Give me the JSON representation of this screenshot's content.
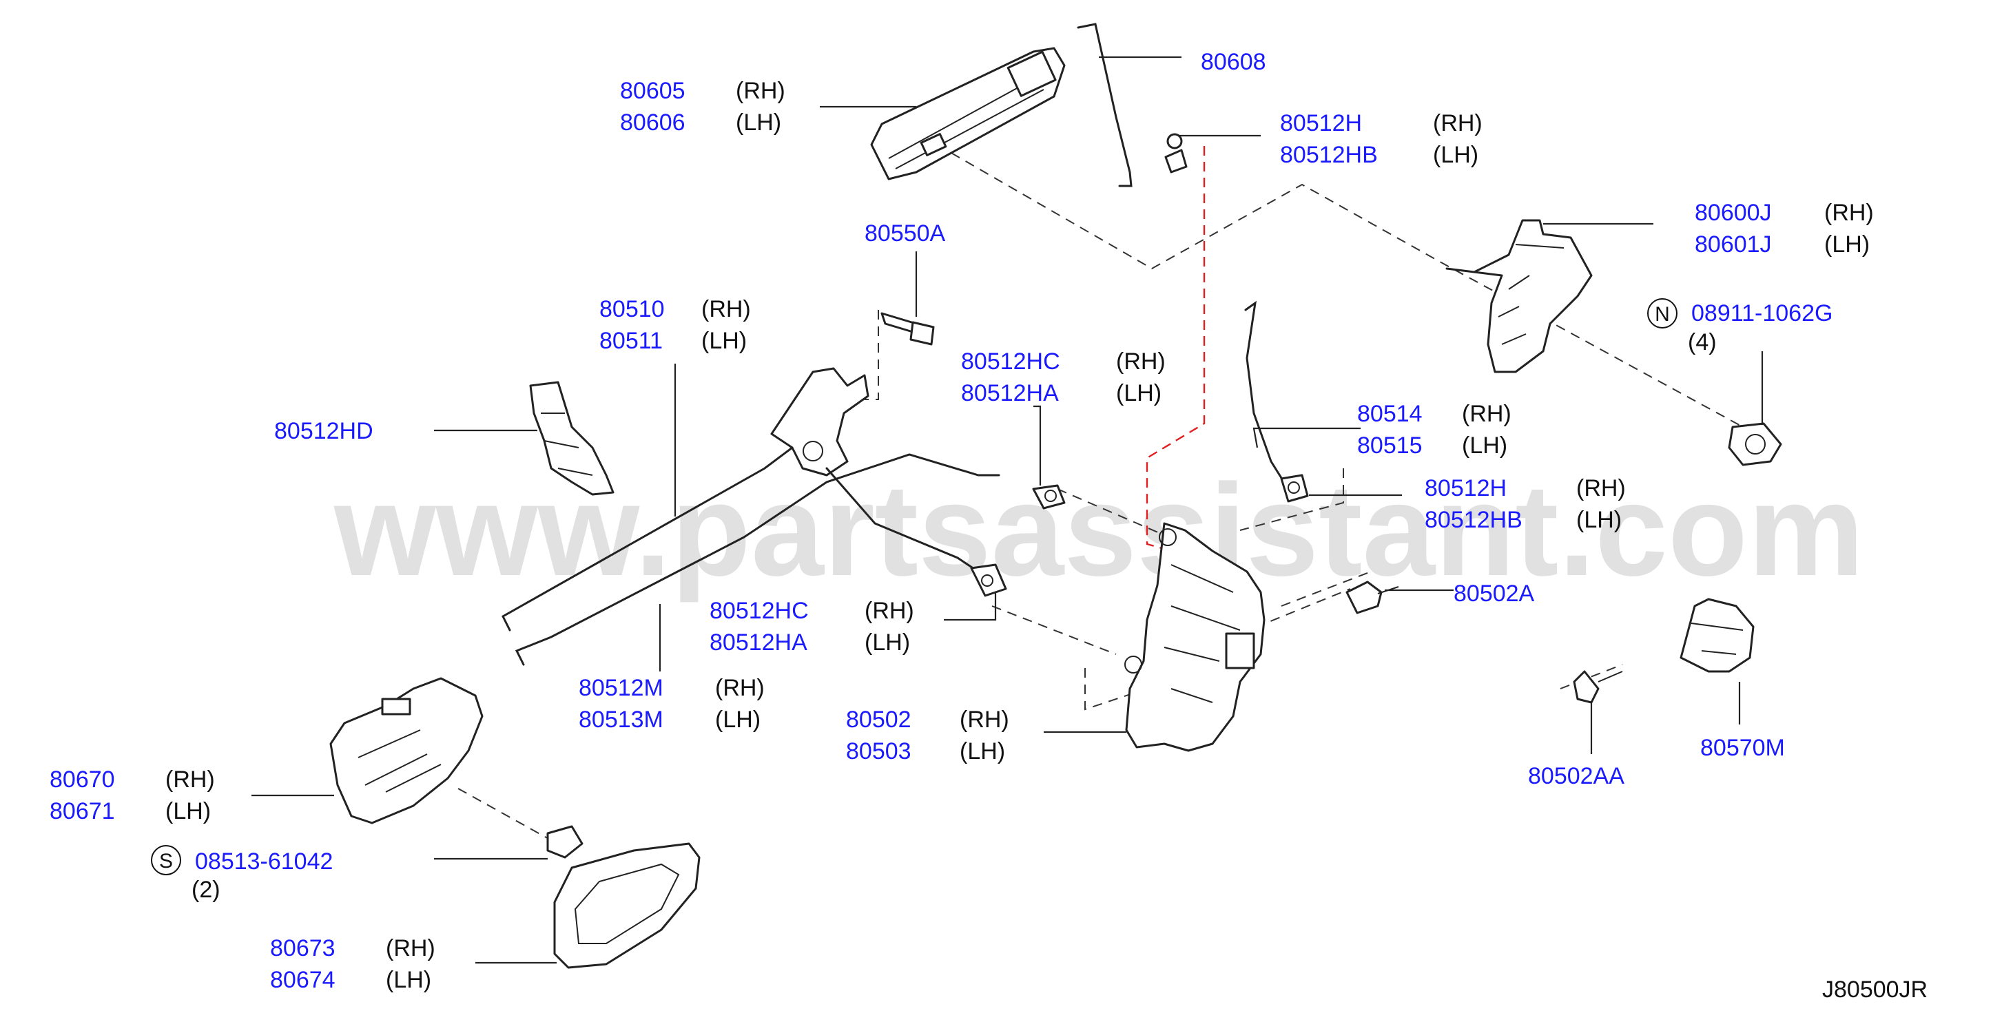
{
  "watermark": "www.partsassistant.com",
  "diagram_ref": "J80500JR",
  "callouts": [
    {
      "id": "c80605",
      "part": "80605",
      "side": "(RH)"
    },
    {
      "id": "c80606",
      "part": "80606",
      "side": "(LH)"
    },
    {
      "id": "c80608",
      "part": "80608",
      "side": ""
    },
    {
      "id": "c80512H_a",
      "part": "80512H",
      "side": "(RH)"
    },
    {
      "id": "c80512HB_a",
      "part": "80512HB",
      "side": "(LH)"
    },
    {
      "id": "c80600J",
      "part": "80600J",
      "side": "(RH)"
    },
    {
      "id": "c80601J",
      "part": "80601J",
      "side": "(LH)"
    },
    {
      "id": "c08911",
      "part": "08911-1062G",
      "side": "",
      "symbol": "N",
      "qty": "(4)"
    },
    {
      "id": "c80550A",
      "part": "80550A",
      "side": ""
    },
    {
      "id": "c80510",
      "part": "80510",
      "side": "(RH)"
    },
    {
      "id": "c80511",
      "part": "80511",
      "side": "(LH)"
    },
    {
      "id": "c80512HC_a",
      "part": "80512HC",
      "side": "(RH)"
    },
    {
      "id": "c80512HA_a",
      "part": "80512HA",
      "side": "(LH)"
    },
    {
      "id": "c80512HD",
      "part": "80512HD",
      "side": ""
    },
    {
      "id": "c80514",
      "part": "80514",
      "side": "(RH)"
    },
    {
      "id": "c80515",
      "part": "80515",
      "side": "(LH)"
    },
    {
      "id": "c80512H_b",
      "part": "80512H",
      "side": "(RH)"
    },
    {
      "id": "c80512HB_b",
      "part": "80512HB",
      "side": "(LH)"
    },
    {
      "id": "c80502A",
      "part": "80502A",
      "side": ""
    },
    {
      "id": "c80512HC_b",
      "part": "80512HC",
      "side": "(RH)"
    },
    {
      "id": "c80512HA_b",
      "part": "80512HA",
      "side": "(LH)"
    },
    {
      "id": "c80512M",
      "part": "80512M",
      "side": "(RH)"
    },
    {
      "id": "c80513M",
      "part": "80513M",
      "side": "(LH)"
    },
    {
      "id": "c80502",
      "part": "80502",
      "side": "(RH)"
    },
    {
      "id": "c80503",
      "part": "80503",
      "side": "(LH)"
    },
    {
      "id": "c80502AA",
      "part": "80502AA",
      "side": ""
    },
    {
      "id": "c80570M",
      "part": "80570M",
      "side": ""
    },
    {
      "id": "c80670",
      "part": "80670",
      "side": "(RH)"
    },
    {
      "id": "c80671",
      "part": "80671",
      "side": "(LH)"
    },
    {
      "id": "c08513",
      "part": "08513-61042",
      "side": "",
      "symbol": "S",
      "qty": "(2)"
    },
    {
      "id": "c80673",
      "part": "80673",
      "side": "(RH)"
    },
    {
      "id": "c80674",
      "part": "80674",
      "side": "(LH)"
    }
  ]
}
